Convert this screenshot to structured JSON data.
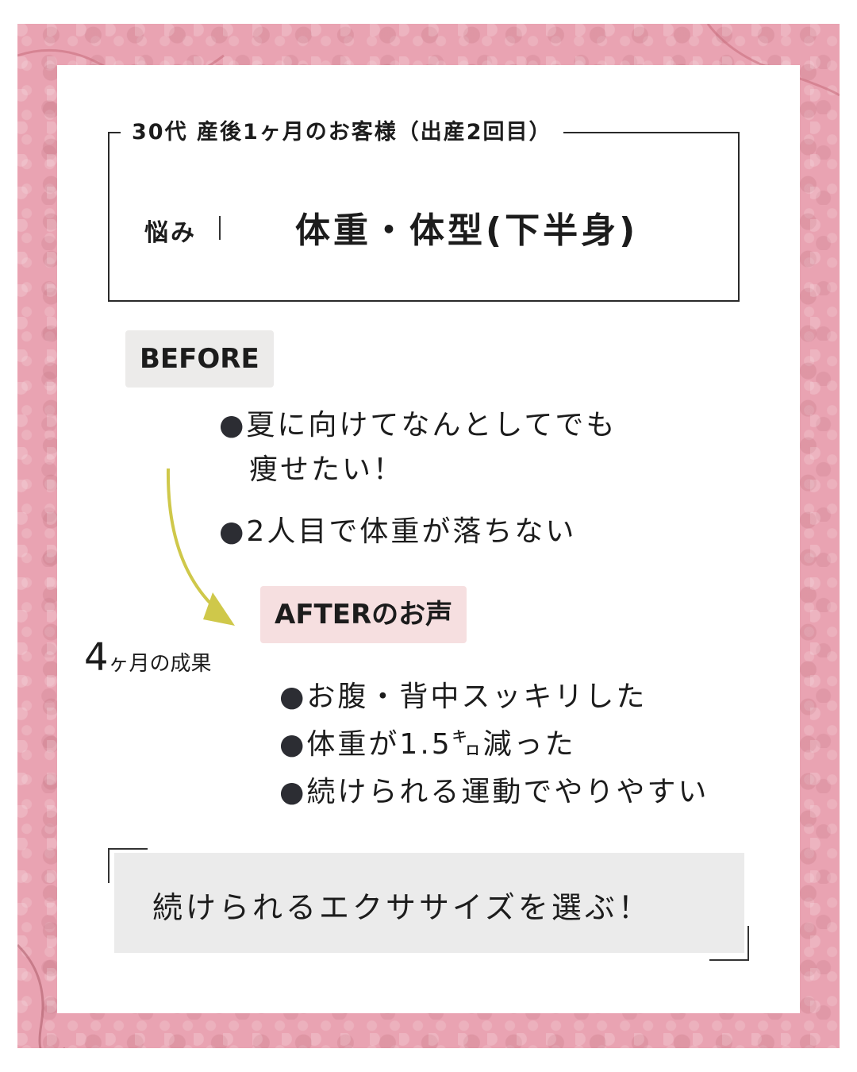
{
  "customer_title": "30代 産後1ヶ月のお客様（出産2回目）",
  "concern": {
    "label": "悩み",
    "value": "体重・体型(下半身)"
  },
  "before": {
    "tag": "BEFORE",
    "items": [
      "夏に向けてなんとしてでも",
      "痩せたい！",
      "2人目で体重が落ちない"
    ]
  },
  "after": {
    "tag": "AFTERのお声",
    "items": [
      "お腹・背中スッキリした",
      "体重が1.5㌔減った",
      "続けられる運動でやりやすい"
    ]
  },
  "result_period": {
    "number": "4",
    "unit": "ヶ月の成果"
  },
  "bullet_symbol": "●",
  "conclusion": "続けられるエクササイズを選ぶ！",
  "colors": {
    "background_pink": "#e9a3b2",
    "before_tag_bg": "#ecebea",
    "after_tag_bg": "#f6dfe0",
    "arrow": "#cfc84a",
    "bullet": "#2c2d33"
  }
}
